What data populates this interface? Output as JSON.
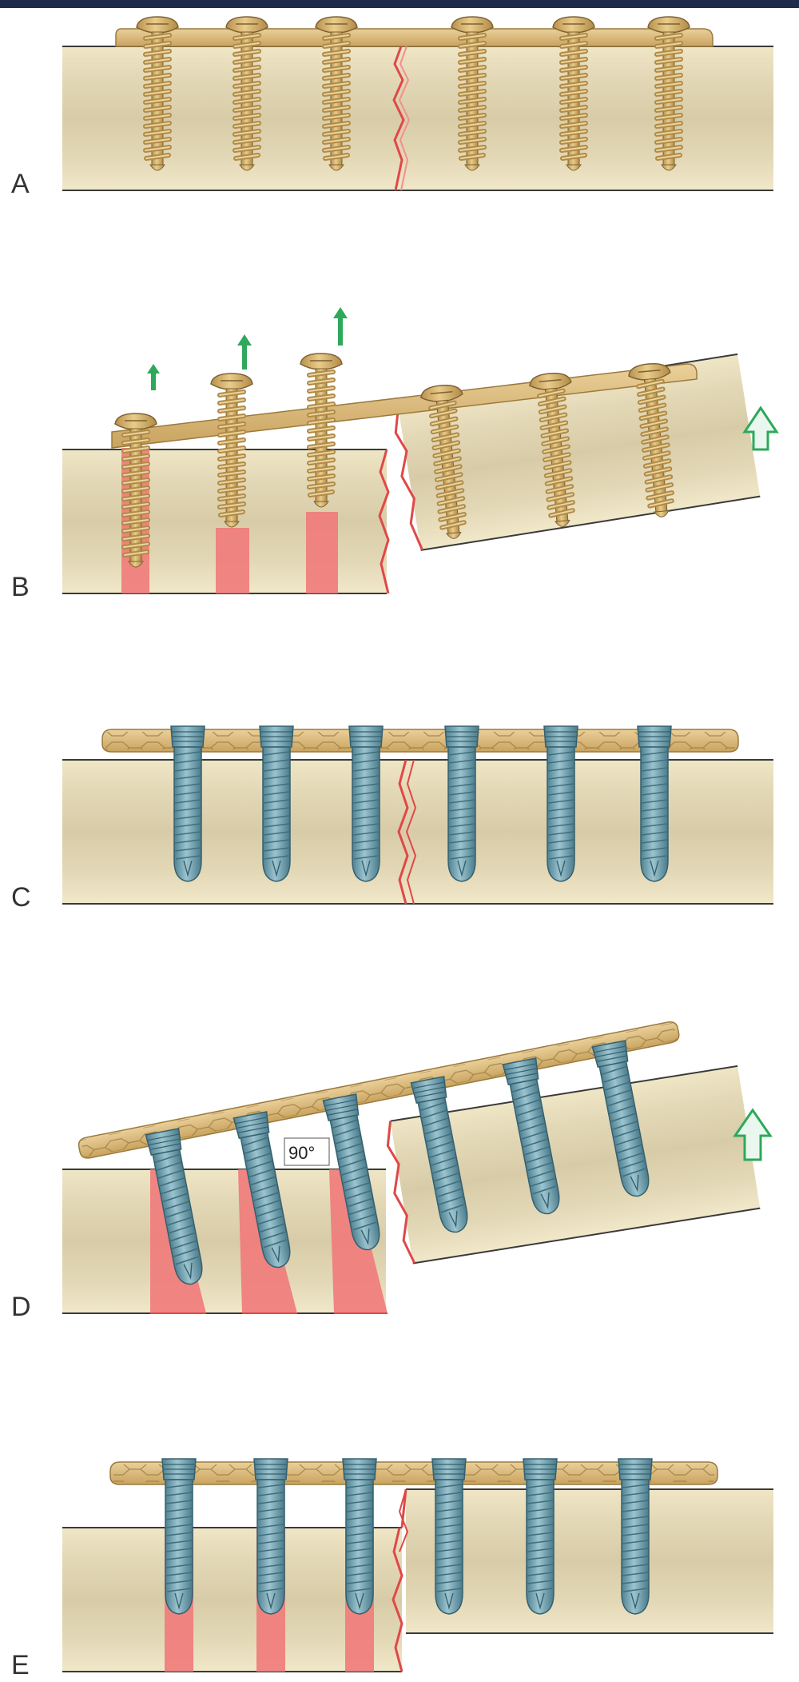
{
  "figure": {
    "panels": [
      {
        "id": "A",
        "label": "A",
        "screw": "conventional",
        "fracture": "reduced",
        "bone_lift": false
      },
      {
        "id": "B",
        "label": "B",
        "screw": "conventional",
        "fracture": "displaced",
        "bone_lift": true,
        "screws_pull_out": true
      },
      {
        "id": "C",
        "label": "C",
        "screw": "locking",
        "fracture": "reduced",
        "bone_lift": false
      },
      {
        "id": "D",
        "label": "D",
        "screw": "locking",
        "fracture": "displaced",
        "bone_lift": true,
        "angle_label": "90°"
      },
      {
        "id": "E",
        "label": "E",
        "screw": "locking",
        "fracture": "displaced",
        "bone_lift": false
      }
    ],
    "colors": {
      "bone_light": "#f6eed1",
      "bone_band": "#e1d6b5",
      "bone_outline": "#3a3a3a",
      "plate": "#d9b673",
      "plate_edge": "#9b7a3d",
      "conventional_screw": "#d9b673",
      "locking_screw": "#6e9fae",
      "failure_zone": "#f08080",
      "fracture_line": "#e04848",
      "arrow_green": "#2ea85a",
      "header_bar": "#1e2b49"
    }
  }
}
